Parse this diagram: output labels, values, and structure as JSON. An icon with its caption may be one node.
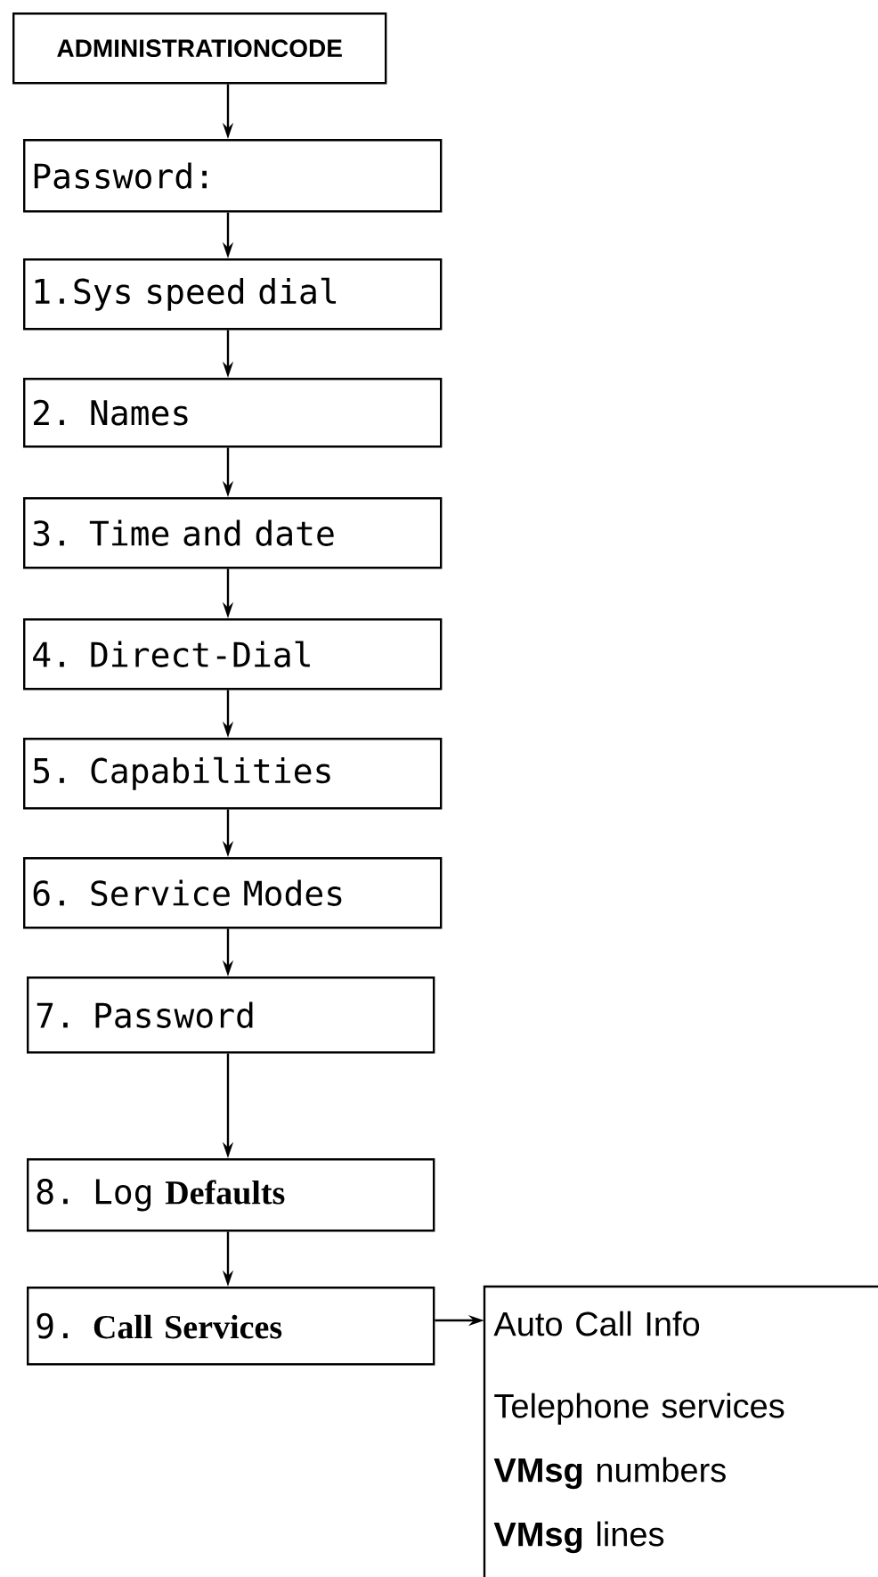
{
  "diagram": {
    "nodes": [
      {
        "text": [
          "ADMINISTRATIONCODE"
        ]
      },
      {
        "text": [
          "Password:"
        ]
      },
      {
        "text": [
          "1.Sys speed dial"
        ]
      },
      {
        "text": [
          "2. Names"
        ]
      },
      {
        "text": [
          "3. Time and date"
        ]
      },
      {
        "text": [
          "4. Direct-Dial"
        ]
      },
      {
        "text": [
          "5. Capabilities"
        ]
      },
      {
        "text": [
          "6. Service Modes"
        ]
      },
      {
        "text": [
          "7. Password"
        ]
      },
      {
        "text": [
          "8. Log **Defaults**"
        ]
      },
      {
        "text": [
          "9. **Call Services**"
        ]
      },
      {
        "text": [
          "Auto Call Info",
          "Telephone services",
          "**VMsg** numbers",
          "**VMsg** lines"
        ]
      }
    ],
    "edges": [
      {
        "from": 0,
        "to": 1,
        "arrow": "to"
      },
      {
        "from": 1,
        "to": 2,
        "arrow": "to"
      },
      {
        "from": 2,
        "to": 3,
        "arrow": "to"
      },
      {
        "from": 3,
        "to": 4,
        "arrow": "to"
      },
      {
        "from": 4,
        "to": 5,
        "arrow": "to"
      },
      {
        "from": 5,
        "to": 6,
        "arrow": "to"
      },
      {
        "from": 6,
        "to": 7,
        "arrow": "to"
      },
      {
        "from": 7,
        "to": 8,
        "arrow": "to"
      },
      {
        "from": 8,
        "to": 9,
        "arrow": "to"
      },
      {
        "from": 9,
        "to": 10,
        "arrow": "to"
      },
      {
        "from": 10,
        "to": 11,
        "arrow": "to"
      }
    ]
  }
}
